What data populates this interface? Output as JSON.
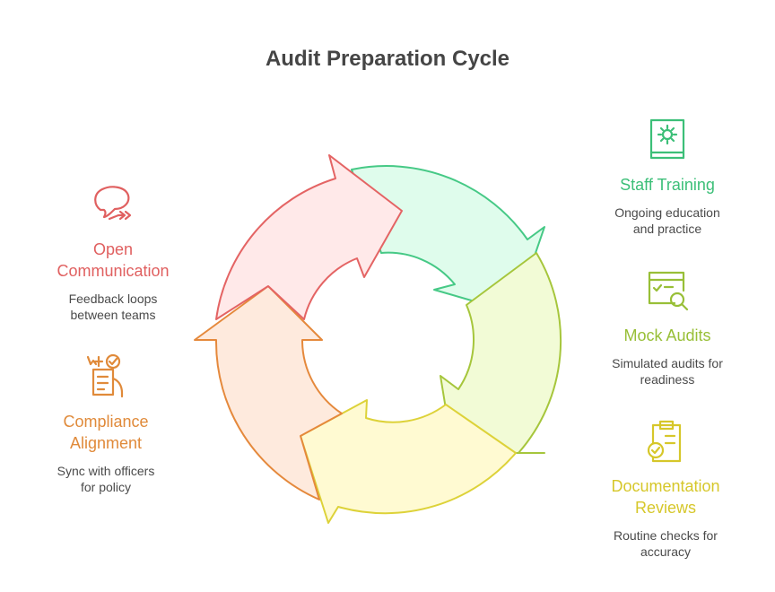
{
  "title": "Audit Preparation Cycle",
  "steps": {
    "open_communication": {
      "title_line1": "Open",
      "title_line2": "Communication",
      "desc_line1": "Feedback loops",
      "desc_line2": "between teams",
      "icon": "chat-bubble-icon",
      "color": "#e06060"
    },
    "compliance_alignment": {
      "title_line1": "Compliance",
      "title_line2": "Alignment",
      "desc_line1": "Sync with officers",
      "desc_line2": "for policy",
      "icon": "checklist-hand-icon",
      "color": "#e08a3a"
    },
    "staff_training": {
      "title_line1": "Staff Training",
      "desc_line1": "Ongoing education",
      "desc_line2": "and practice",
      "icon": "gear-book-icon",
      "color": "#3cbf78"
    },
    "mock_audits": {
      "title_line1": "Mock Audits",
      "desc_line1": "Simulated audits for",
      "desc_line2": "readiness",
      "icon": "window-magnifier-icon",
      "color": "#98bf37"
    },
    "documentation_reviews": {
      "title_line1": "Documentation",
      "title_line2": "Reviews",
      "desc_line1": "Routine checks for",
      "desc_line2": "accuracy",
      "icon": "clipboard-check-icon",
      "color": "#d6c72a"
    }
  }
}
